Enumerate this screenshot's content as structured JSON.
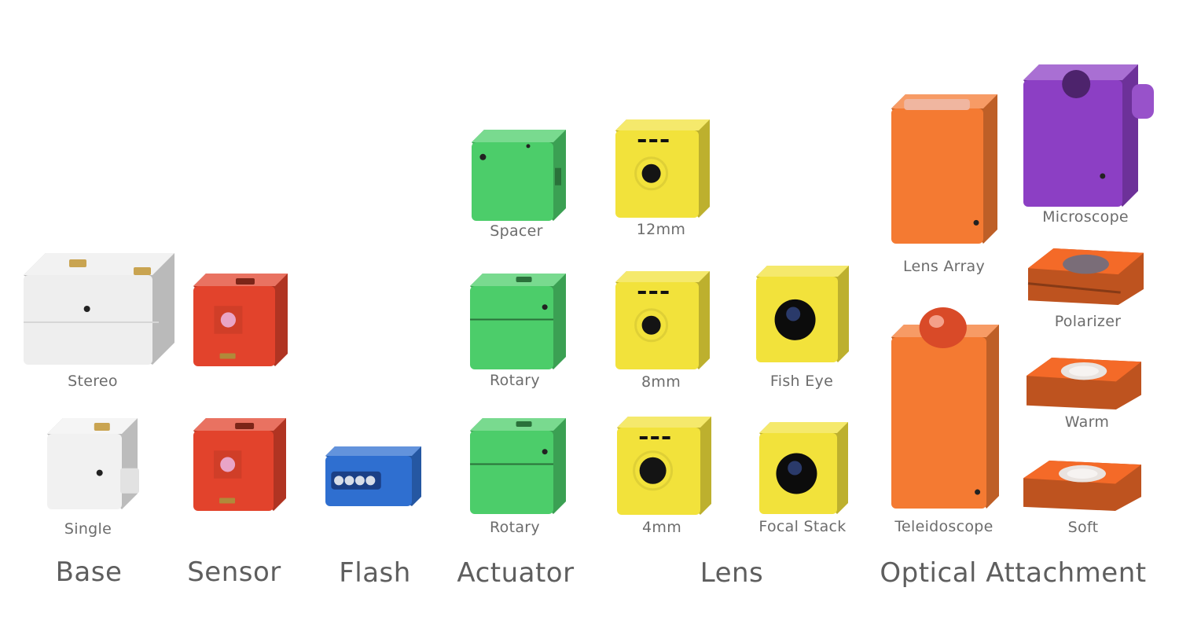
{
  "colors": {
    "background": "#ffffff",
    "label_text": "#6c6c6c",
    "category_text": "#5e5e5e"
  },
  "categories": [
    {
      "id": "base",
      "name": "Base"
    },
    {
      "id": "sensor",
      "name": "Sensor"
    },
    {
      "id": "flash",
      "name": "Flash"
    },
    {
      "id": "actuator",
      "name": "Actuator"
    },
    {
      "id": "lens",
      "name": "Lens"
    },
    {
      "id": "optical",
      "name": "Optical Attachment"
    }
  ],
  "modules": [
    {
      "id": "stereo",
      "category": "base",
      "label": "Stereo",
      "color": "#eeeeee",
      "feature": "stereo-pins"
    },
    {
      "id": "single",
      "category": "base",
      "label": "Single",
      "color": "#f1f1f1",
      "feature": "single-pins"
    },
    {
      "id": "sensor-1",
      "category": "sensor",
      "label": "",
      "color": "#e2432c",
      "feature": "sensor-window"
    },
    {
      "id": "sensor-2",
      "category": "sensor",
      "label": "",
      "color": "#e2432c",
      "feature": "sensor-window"
    },
    {
      "id": "flash",
      "category": "flash",
      "label": "",
      "color": "#2f6fd0",
      "feature": "led-row"
    },
    {
      "id": "spacer",
      "category": "actuator",
      "label": "Spacer",
      "color": "#4ccd6a",
      "feature": "plain"
    },
    {
      "id": "rotary-1",
      "category": "actuator",
      "label": "Rotary",
      "color": "#4ccd6a",
      "feature": "split"
    },
    {
      "id": "rotary-2",
      "category": "actuator",
      "label": "Rotary",
      "color": "#4ccd6a",
      "feature": "split"
    },
    {
      "id": "lens-12mm",
      "category": "lens",
      "label": "12mm",
      "color": "#f2e23b",
      "feature": "lens-small"
    },
    {
      "id": "lens-8mm",
      "category": "lens",
      "label": "8mm",
      "color": "#f2e23b",
      "feature": "lens-small"
    },
    {
      "id": "lens-4mm",
      "category": "lens",
      "label": "4mm",
      "color": "#f2e23b",
      "feature": "lens-medium"
    },
    {
      "id": "lens-fisheye",
      "category": "lens",
      "label": "Fish Eye",
      "color": "#f2e23b",
      "feature": "lens-large"
    },
    {
      "id": "lens-focalstack",
      "category": "lens",
      "label": "Focal Stack",
      "color": "#f2e23b",
      "feature": "lens-large"
    },
    {
      "id": "lens-array",
      "category": "optical",
      "label": "Lens Array",
      "color": "#f47a32",
      "feature": "tall-top-lens"
    },
    {
      "id": "teleidoscope",
      "category": "optical",
      "label": "Teleidoscope",
      "color": "#f47a32",
      "feature": "tall-dome"
    },
    {
      "id": "microscope",
      "category": "optical",
      "label": "Microscope",
      "color": "#8c3fc4",
      "feature": "microscope"
    },
    {
      "id": "polarizer",
      "category": "optical",
      "label": "Polarizer",
      "color": "#f46a28",
      "feature": "filter-dark"
    },
    {
      "id": "warm",
      "category": "optical",
      "label": "Warm",
      "color": "#f46a28",
      "feature": "filter-clear"
    },
    {
      "id": "soft",
      "category": "optical",
      "label": "Soft",
      "color": "#f46a28",
      "feature": "filter-clear"
    }
  ]
}
